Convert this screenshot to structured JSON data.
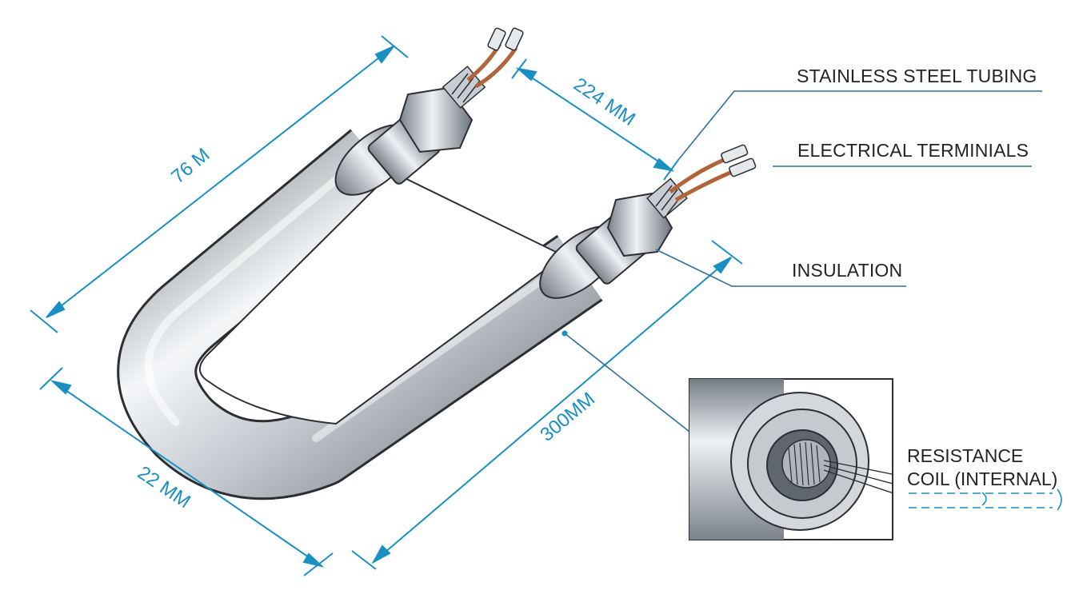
{
  "diagram": {
    "callouts": {
      "stainless_steel_tubing": "STAINLESS STEEL TUBING",
      "electrical_terminials": "ELECTRICAL TERMINIALS",
      "insulation": "INSULATION",
      "resistance_coil_line1": "RESISTANCE",
      "resistance_coil_line2": "COIL (INTERNAL)"
    },
    "dimensions": {
      "length_76": "76 M",
      "length_224": "224 MM",
      "length_300": "300MM",
      "width_22": "22 MM"
    }
  },
  "colors": {
    "dimension_blue": "#1a8fc2",
    "callout_line": "#2f6f99",
    "steel_light": "#eef1f4",
    "steel_mid": "#b9c0c7",
    "steel_dark": "#6d757d",
    "outline": "#2b2f33",
    "copper": "#b0643a"
  },
  "icons": {
    "inset": "magnified-tube-end-detail",
    "heater": "u-shaped-heating-element"
  }
}
